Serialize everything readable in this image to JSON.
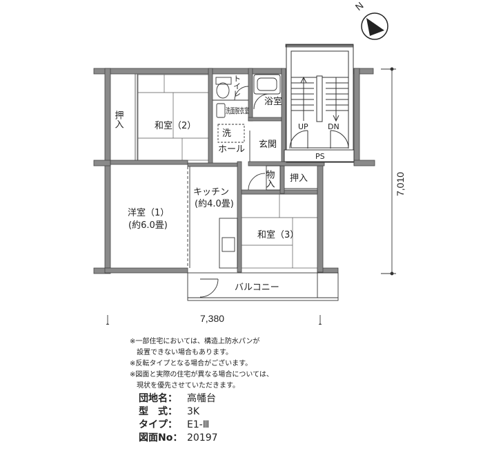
{
  "plan": {
    "compass_label": "N",
    "rooms": {
      "oshiire_left": "押入",
      "washitsu2": "和室（2）",
      "toilet": "トイレ",
      "bath": "浴室",
      "wash": "洗面脱衣室",
      "wash_machine": "洗",
      "hall": "ホール",
      "genkan": "玄関",
      "monoire": "物入",
      "oshiire_right": "押入",
      "kitchen": "キッチン",
      "kitchen_size": "(約4.0畳)",
      "yoshitsu": "洋室（1）",
      "yoshitsu_size": "(約6.0畳)",
      "washitsu3": "和室（3）",
      "balcony": "バルコニー",
      "ps": "PS",
      "up": "UP",
      "dn": "DN"
    },
    "dimensions": {
      "width": "7,380",
      "depth": "7,010"
    }
  },
  "notes": [
    "※一部住宅においては、構造上防水パンが",
    "　設置できない場合もあります。",
    "※反転タイプとなる場合がございます。",
    "※図面と実際の住宅が異なる場合については、",
    "　現状を優先させていただきます。"
  ],
  "info": {
    "estate_key": "団地名：",
    "estate": "高幡台",
    "type_key": "型　式：",
    "type": "3K",
    "variant_key": "タイプ：",
    "variant": "E1-Ⅲ",
    "drawing_key": "図面No：",
    "drawing": "20197"
  },
  "colors": {
    "wall": "#8a8a8a",
    "wall_dark": "#555555",
    "line": "#333333"
  }
}
